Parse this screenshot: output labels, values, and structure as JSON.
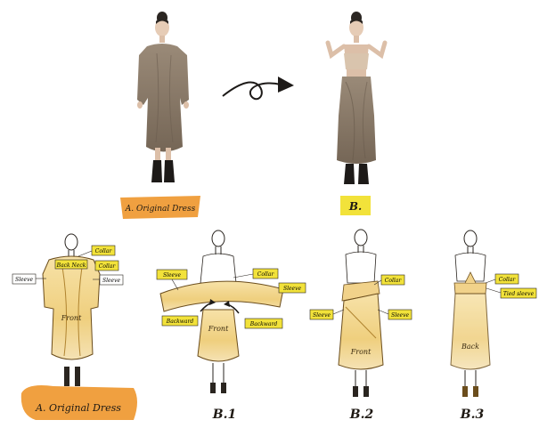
{
  "photo_labels": {
    "original": "A. Original Dress",
    "transformed": "B."
  },
  "sketch_titles": {
    "a": "A. Original Dress",
    "b1": "B.1",
    "b2": "B.2",
    "b3": "B.3"
  },
  "sketch_a": {
    "collar_top": "Collar",
    "collar_right": "Collar",
    "back_neck": "Back Neck",
    "sleeve_left": "Sleeve",
    "sleeve_right": "Sleeve",
    "front": "Front"
  },
  "sketch_b1": {
    "sleeve": "Sleeve",
    "collar": "Collar",
    "sleeve_right": "Sleeve",
    "backward_left": "Backward",
    "backward_right": "Backward",
    "front": "Front"
  },
  "sketch_b2": {
    "collar": "Collar",
    "sleeve_left": "Sleeve",
    "sleeve_right": "Sleeve",
    "front": "Front"
  },
  "sketch_b3": {
    "collar": "Collar",
    "tied_sleeve": "Tied sleeve",
    "back": "Back"
  },
  "colors": {
    "garment": "#8a7a6a",
    "label_yellow": "#f2e23a",
    "label_orange": "#f0a040",
    "sketch_fill": "#f1d28a",
    "ink": "#2a2520"
  }
}
